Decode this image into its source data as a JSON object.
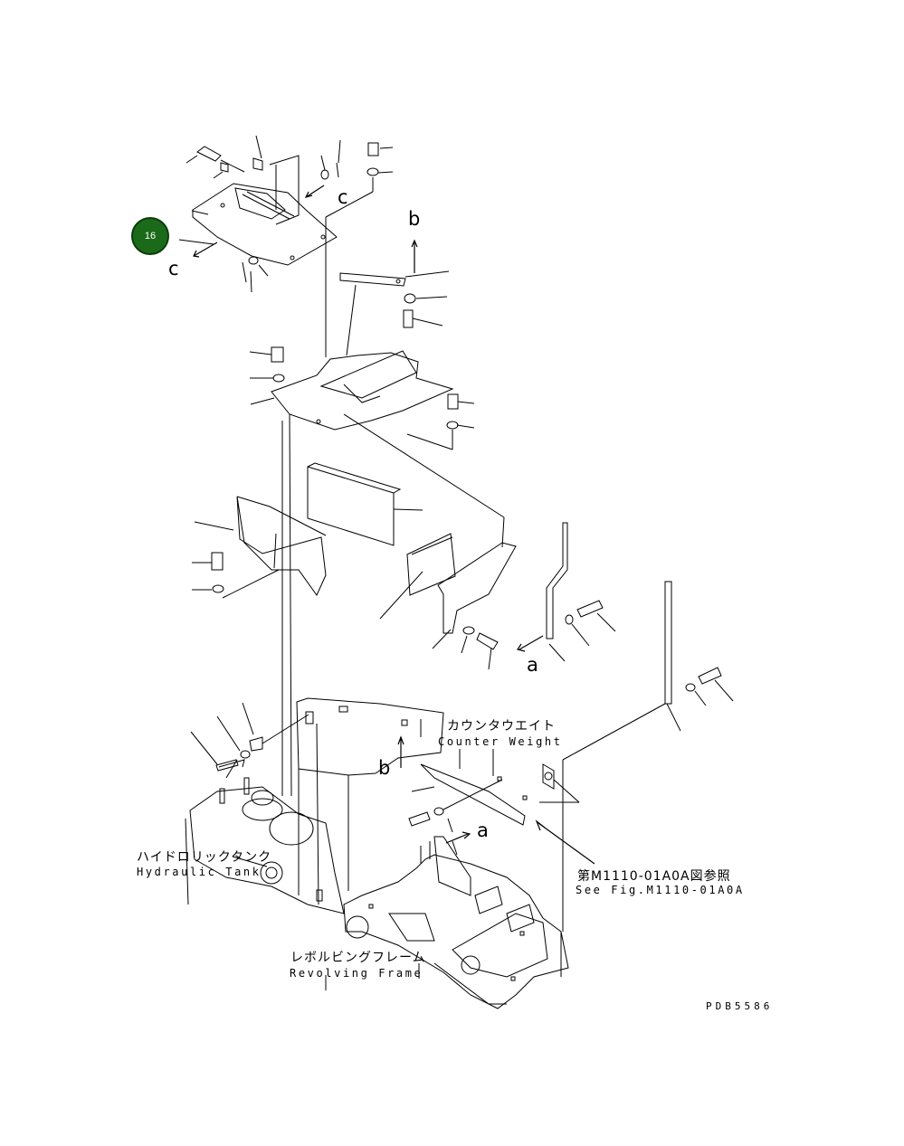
{
  "callout": {
    "number": "16"
  },
  "view_letters": {
    "c1": "c",
    "c2": "c",
    "b1": "b",
    "b2": "b",
    "a1": "a",
    "a2": "a"
  },
  "labels": {
    "counter_weight_jp": "カウンタウエイト",
    "counter_weight_en": "Counter Weight",
    "hydraulic_tank_jp": "ハイドロリックタンク",
    "hydraulic_tank_en": "Hydraulic Tank",
    "see_fig_jp": "第M1110-01A0A図参照",
    "see_fig_en": "See Fig.M1110-01A0A",
    "revolving_frame_jp": "レボルビングフレーム",
    "revolving_frame_en": "Revolving Frame"
  },
  "drawing_code": "PDB5586",
  "colors": {
    "line": "#000000",
    "callout_fill": "#1a6a1a",
    "background": "#ffffff"
  }
}
